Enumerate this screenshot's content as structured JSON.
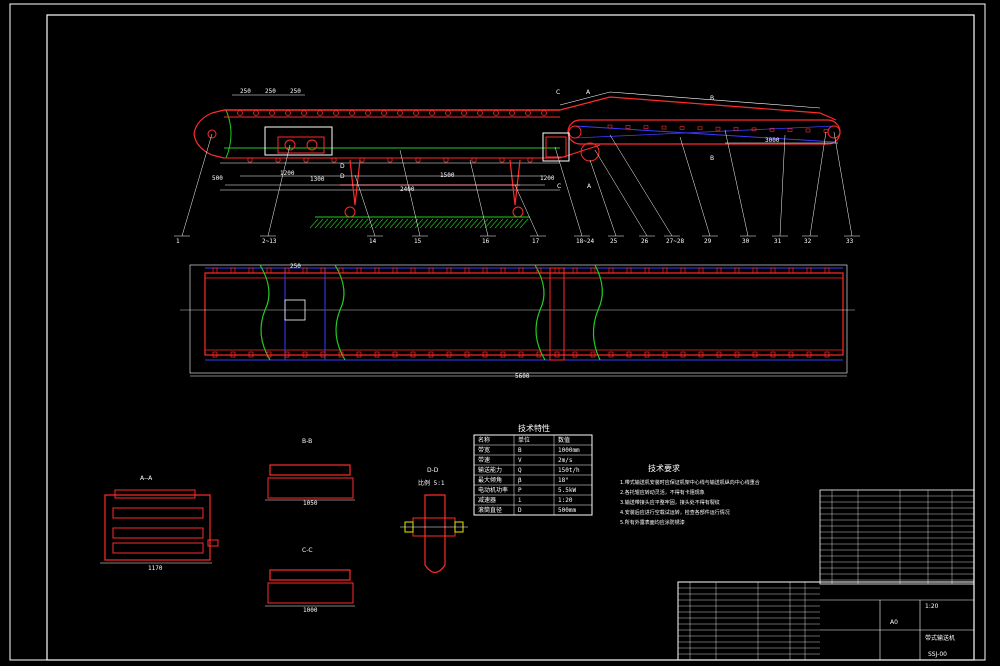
{
  "drawing": {
    "part_numbers": [
      "1",
      "2~13",
      "14",
      "15",
      "16",
      "17",
      "18~24",
      "25",
      "26",
      "27~28",
      "29",
      "30",
      "31",
      "32",
      "33"
    ],
    "section_labels": {
      "aa": "A--A",
      "bb": "B-B",
      "cc": "C-C",
      "dd": "D-D",
      "dd_scale": "比例 5:1",
      "marker_a": "A",
      "marker_b": "B",
      "marker_c": "C",
      "marker_d": "D"
    },
    "dimensions": {
      "top_spacing": [
        "250",
        "250",
        "250"
      ],
      "mid": [
        "1200",
        "2400",
        "1500",
        "1300",
        "1200"
      ],
      "left_height": "500",
      "plan_total": "5600",
      "plan_small": "250",
      "aa_width": "1170",
      "bb_width": "1050",
      "cc_width": "1000",
      "right_span": "3000"
    },
    "tech_table": {
      "title": "技术特性",
      "rows": [
        [
          "名称",
          "单位",
          "数值"
        ],
        [
          "带宽",
          "B",
          "1000mm"
        ],
        [
          "带速",
          "V",
          "2m/s"
        ],
        [
          "输送能力",
          "Q",
          "150t/h"
        ],
        [
          "最大倾角",
          "β",
          "18°"
        ],
        [
          "电动机功率",
          "P",
          "5.5kW"
        ],
        [
          "减速器",
          "i",
          "1:20"
        ],
        [
          "滚筒直径",
          "D",
          "500mm"
        ]
      ]
    },
    "requirements": {
      "title": "技术要求",
      "items": [
        "1.带式输送机安装时应保证机架中心线与输送机纵向中心线重合",
        "2.各托辊应转动灵活，不得有卡阻现象",
        "3.输送带接头应平整牢固，接头处不得有裂纹",
        "4.安装后应进行空载试运转，检查各部件运行情况",
        "5.所有外露表面均应涂防锈漆"
      ]
    },
    "title_block": {
      "drawing_name": "带式输送机",
      "scale": "1:20",
      "sheet": "A0",
      "code": "SSJ-00"
    }
  }
}
